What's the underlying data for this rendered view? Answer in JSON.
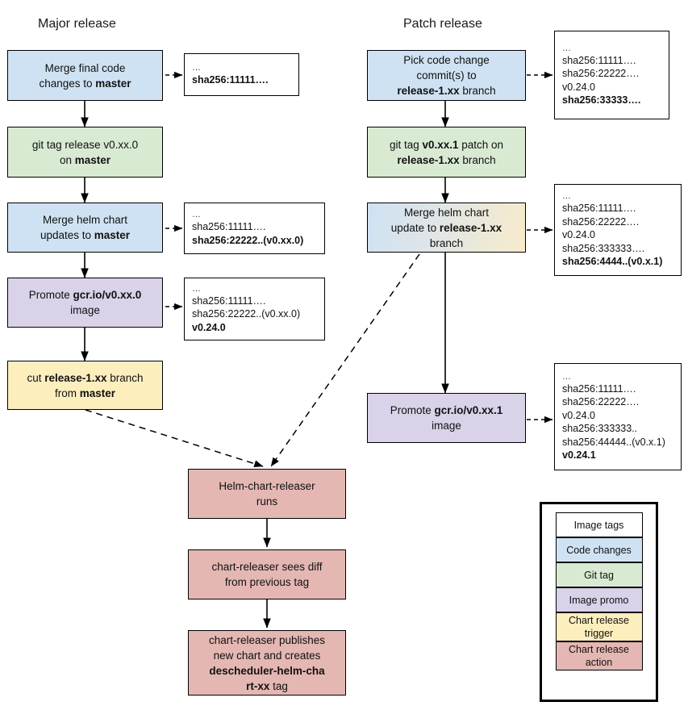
{
  "columns": {
    "major_title": "Major release",
    "patch_title": "Patch release"
  },
  "major_flow": [
    {
      "id": "merge-final-code",
      "kind": "code-changes",
      "html": "Merge final code<br>changes to <b>master</b>"
    },
    {
      "id": "git-tag-release",
      "kind": "git-tag",
      "html": "git tag release v0.xx.0<br>on <b>master</b>"
    },
    {
      "id": "merge-helm-chart-master",
      "kind": "code-changes",
      "html": "Merge helm chart<br>updates to <b>master</b>"
    },
    {
      "id": "promote-image-major",
      "kind": "image-promo",
      "html": "Promote <b>gcr.io/v0.xx.0</b><br>image"
    },
    {
      "id": "cut-release-branch",
      "kind": "chart-release-trigger",
      "html": "cut <b>release-1.xx</b> branch<br>from <b>master</b>"
    }
  ],
  "patch_flow": [
    {
      "id": "pick-code-change",
      "kind": "code-changes",
      "html": "Pick code change<br>commit(s) to<br><b>release-1.xx</b> branch"
    },
    {
      "id": "git-tag-patch",
      "kind": "git-tag",
      "html": "git tag <b>v0.xx.1</b> patch on<br><b>release-1.xx</b> branch"
    },
    {
      "id": "merge-helm-chart-release",
      "kind": "gradient-code-trigger",
      "html": "Merge helm chart<br>update to <b>release-1.xx</b><br>branch"
    },
    {
      "id": "promote-image-patch",
      "kind": "image-promo",
      "html": "Promote <b>gcr.io/v0.xx.1</b><br>image"
    }
  ],
  "chart_release_flow": [
    {
      "id": "helm-chart-releaser-runs",
      "kind": "chart-release-action",
      "html": "Helm-chart-releaser<br>runs"
    },
    {
      "id": "chart-releaser-sees-diff",
      "kind": "chart-release-action",
      "html": "chart-releaser sees diff<br>from previous tag"
    },
    {
      "id": "chart-releaser-publishes",
      "kind": "chart-release-action",
      "html": "chart-releaser publishes<br>new chart and creates<br><b>descheduler-helm-cha</b><br><b>rt-xx</b> tag"
    }
  ],
  "tag_boxes": [
    {
      "id": "tags-after-merge-final-code",
      "lines": [
        {
          "text": "…",
          "bold": false,
          "ellipsis": true
        },
        {
          "text": "sha256:11111….",
          "bold": true
        }
      ]
    },
    {
      "id": "tags-after-merge-helm-master",
      "lines": [
        {
          "text": "…",
          "bold": false,
          "ellipsis": true
        },
        {
          "text": "sha256:11111….",
          "bold": false
        },
        {
          "text": "sha256:22222..(v0.xx.0)",
          "bold": true
        }
      ]
    },
    {
      "id": "tags-after-promote-major",
      "lines": [
        {
          "text": "…",
          "bold": false,
          "ellipsis": true
        },
        {
          "text": "sha256:11111….",
          "bold": false
        },
        {
          "text": "sha256:22222..(v0.xx.0)",
          "bold": false
        },
        {
          "text": "v0.24.0",
          "bold": true
        }
      ]
    },
    {
      "id": "tags-after-pick-code-change",
      "lines": [
        {
          "text": "…",
          "bold": false,
          "ellipsis": true
        },
        {
          "text": "sha256:11111….",
          "bold": false
        },
        {
          "text": "sha256:22222….",
          "bold": false
        },
        {
          "text": "v0.24.0",
          "bold": false
        },
        {
          "text": "sha256:33333….",
          "bold": true
        }
      ]
    },
    {
      "id": "tags-after-merge-helm-release",
      "lines": [
        {
          "text": "…",
          "bold": false,
          "ellipsis": true
        },
        {
          "text": "sha256:11111….",
          "bold": false
        },
        {
          "text": "sha256:22222….",
          "bold": false
        },
        {
          "text": "v0.24.0",
          "bold": false
        },
        {
          "text": "sha256:333333….",
          "bold": false
        },
        {
          "text": "sha256:4444..(v0.x.1)",
          "bold": true
        }
      ]
    },
    {
      "id": "tags-after-promote-patch",
      "lines": [
        {
          "text": "…",
          "bold": false,
          "ellipsis": true
        },
        {
          "text": "sha256:11111….",
          "bold": false
        },
        {
          "text": "sha256:22222….",
          "bold": false
        },
        {
          "text": "v0.24.0",
          "bold": false
        },
        {
          "text": "sha256:333333..",
          "bold": false
        },
        {
          "text": "sha256:44444..(v0.x.1)",
          "bold": false
        },
        {
          "text": "v0.24.1",
          "bold": true
        }
      ]
    }
  ],
  "legend": {
    "items": [
      {
        "label": "Image tags",
        "key": "image-tags",
        "color": "#ffffff",
        "tall": false
      },
      {
        "label": "Code changes",
        "key": "code-changes",
        "color": "#cfe2f3",
        "tall": false
      },
      {
        "label": "Git tag",
        "key": "git-tag",
        "color": "#d9ead3",
        "tall": false
      },
      {
        "label": "Image promo",
        "key": "image-promo",
        "color": "#d9d2e9",
        "tall": false
      },
      {
        "label": "Chart release trigger",
        "key": "chart-release-trigger",
        "color": "#fdeebe",
        "tall": true
      },
      {
        "label": "Chart release action",
        "key": "chart-release-action",
        "color": "#e4b7b2",
        "tall": true
      }
    ]
  },
  "colors": {
    "code_changes": "#cfe2f3",
    "git_tag": "#d9ead3",
    "image_promo": "#d9d2e9",
    "chart_release_trigger": "#fdeebe",
    "chart_release_action": "#e4b7b2",
    "image_tags": "#ffffff",
    "stroke": "#000000"
  }
}
